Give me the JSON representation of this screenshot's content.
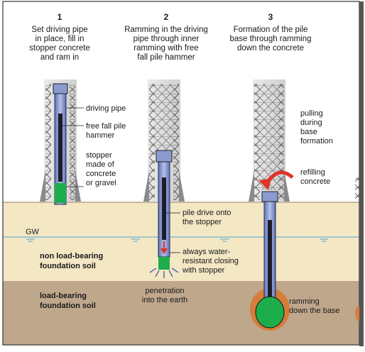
{
  "steps": [
    {
      "number": "1",
      "caption": [
        "Set driving pipe",
        "in place, fill in",
        "stopper concrete",
        "and ram in"
      ],
      "labels": {
        "driving_pipe": "driving pipe",
        "hammer": [
          "free fall pile",
          "hammer"
        ],
        "stopper": [
          "stopper",
          "made of",
          "concrete",
          "or gravel"
        ]
      }
    },
    {
      "number": "2",
      "caption": [
        "Ramming in the driving",
        "pipe through inner",
        "ramming with free",
        "fall pile hammer"
      ],
      "labels": {
        "pile_drive": [
          "pile drive onto",
          "the stopper"
        ],
        "closing": [
          "always water-",
          "resistant closing",
          "with stopper"
        ],
        "penetration": [
          "penetration",
          "into the earth"
        ]
      }
    },
    {
      "number": "3",
      "caption": [
        "Formation of the pile",
        "base through ramming",
        "down the concrete"
      ],
      "labels": {
        "pulling": [
          "pulling",
          "during",
          "base",
          "formation"
        ],
        "refilling": [
          "refilling",
          "concrete"
        ],
        "ramming": [
          "ramming",
          "down the base"
        ]
      }
    }
  ],
  "soil": {
    "gw": "GW",
    "non_load_bearing": [
      "non load-bearing",
      "foundation soil"
    ],
    "load_bearing": [
      "load-bearing",
      "foundation soil"
    ]
  },
  "colors": {
    "upper_soil": "#f3e7c4",
    "lower_soil": "#bfa78c",
    "pipe": "#7d8fc9",
    "concrete_green": "#1dae4b",
    "arrow_red": "#e0342a",
    "groundwater": "#4fa3d6"
  }
}
